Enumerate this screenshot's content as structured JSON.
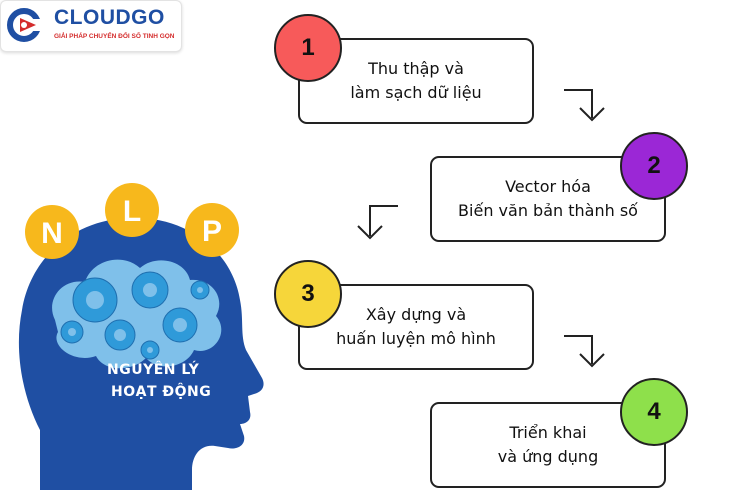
{
  "logo": {
    "brand": "CLOUDGO",
    "tagline": "GIẢI PHÁP CHUYỂN ĐỔI SỐ TINH GỌN",
    "icon": "cloudgo-logo-icon"
  },
  "head": {
    "letters": [
      "N",
      "L",
      "P"
    ],
    "caption_line1": "NGUYÊN LÝ",
    "caption_line2": "HOẠT ĐỘNG",
    "icon": "head-gears-icon"
  },
  "steps": [
    {
      "number": "1",
      "line1": "Thu thập và",
      "line2": "làm sạch dữ liệu",
      "color": "#f75a5a"
    },
    {
      "number": "2",
      "line1": "Vector hóa",
      "line2": "Biến văn bản thành số",
      "color": "#9b27d6"
    },
    {
      "number": "3",
      "line1": "Xây dựng và",
      "line2": "huấn luyện mô hình",
      "color": "#f6d63a"
    },
    {
      "number": "4",
      "line1": "Triển khai",
      "line2": "và ứng dụng",
      "color": "#8ee04b"
    }
  ],
  "colors": {
    "head_blue": "#1f4fa3",
    "head_dark": "#173f87",
    "gear": "#3fa7e0",
    "bubble": "#f7b81c"
  }
}
